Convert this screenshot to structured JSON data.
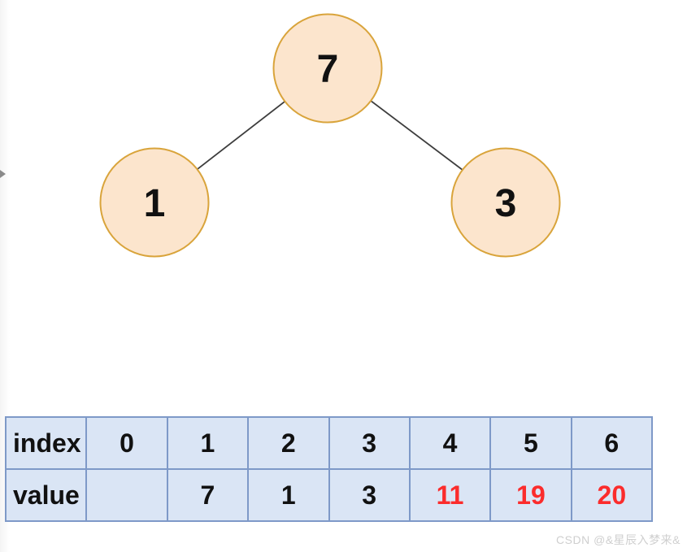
{
  "page": {
    "background_color": "#ffffff"
  },
  "tree": {
    "type": "binary-tree-diagram",
    "node_fill_color": "#fce5cd",
    "node_border_color": "#d9a43b",
    "edge_color": "#3d3d3d",
    "nodes": [
      {
        "id": "root",
        "label": "7"
      },
      {
        "id": "left-child",
        "label": "1"
      },
      {
        "id": "right-child",
        "label": "3"
      }
    ],
    "edges": [
      {
        "from": "root",
        "to": "left-child"
      },
      {
        "from": "root",
        "to": "right-child"
      }
    ]
  },
  "table": {
    "cell_background_color": "#dae5f5",
    "border_color": "#7e99c8",
    "text_color": "#111111",
    "highlight_color": "#fb2c2c",
    "rows": [
      {
        "label": "index",
        "cells": [
          "0",
          "1",
          "2",
          "3",
          "4",
          "5",
          "6"
        ],
        "highlighted": []
      },
      {
        "label": "value",
        "cells": [
          "",
          "7",
          "1",
          "3",
          "11",
          "19",
          "20"
        ],
        "highlighted": [
          4,
          5,
          6
        ]
      }
    ]
  },
  "watermark": {
    "text": "CSDN @&星辰入梦来&",
    "color": "#cfcfcf"
  }
}
